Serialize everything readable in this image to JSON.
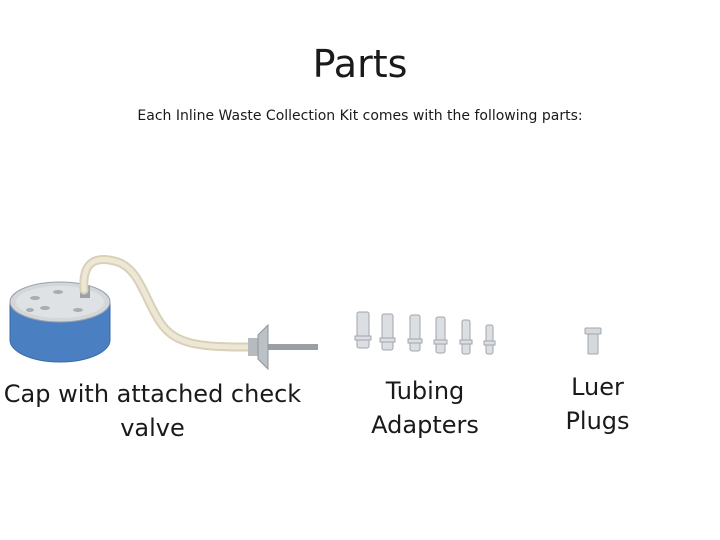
{
  "slide": {
    "title": "Parts",
    "subtitle": "Each Inline Waste Collection Kit comes with the following parts:"
  },
  "parts": [
    {
      "line1": "Cap with attached check",
      "line2": "valve"
    },
    {
      "line1": "Tubing",
      "line2": "Adapters"
    },
    {
      "line1": "Luer",
      "line2": "Plugs"
    }
  ],
  "colors": {
    "cap_blue": "#4a7fc1",
    "cap_top": "#d3d6da",
    "tubing": "#e6e0cc",
    "steel": "#9a9fa5"
  }
}
